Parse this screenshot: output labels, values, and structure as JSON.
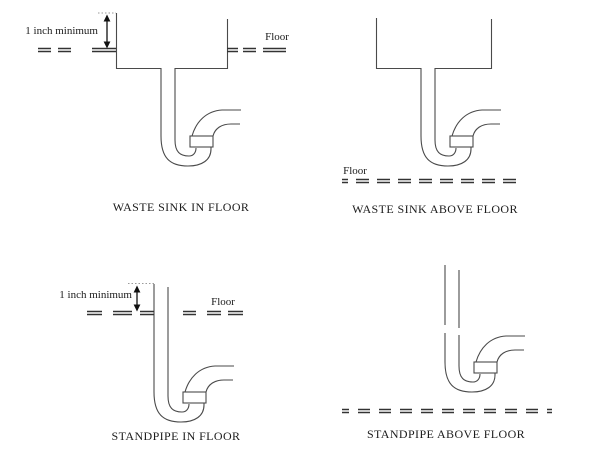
{
  "page": {
    "background_color": "#ffffff",
    "line_color": "#4a4a4a",
    "floor_line_color": "#333333",
    "arrow_color": "#111111",
    "text_color": "#1c1c1c"
  },
  "diagrams": {
    "waste_sink_in_floor": {
      "caption": "WASTE SINK IN FLOOR",
      "dimension_label": "1 inch minimum",
      "floor_label": "Floor"
    },
    "waste_sink_above_floor": {
      "caption": "WASTE SINK ABOVE FLOOR",
      "floor_label": "Floor"
    },
    "standpipe_in_floor": {
      "caption": "STANDPIPE IN FLOOR",
      "dimension_label": "1 inch minimum",
      "floor_label": "Floor"
    },
    "standpipe_above_floor": {
      "caption": "STANDPIPE ABOVE FLOOR"
    }
  }
}
